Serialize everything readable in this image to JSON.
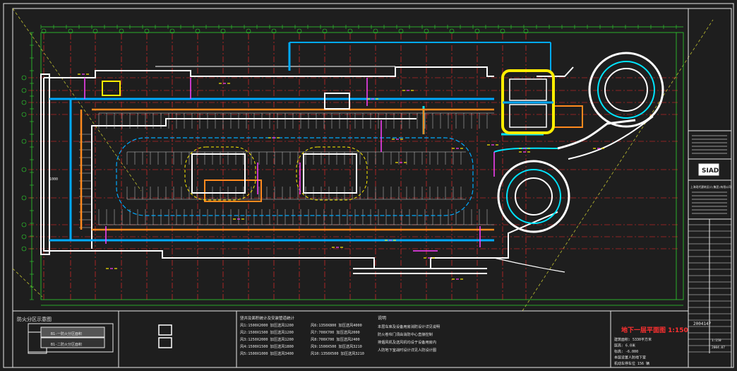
{
  "colors": {
    "background": "#1e1e1e",
    "frame": "#e8e8e8",
    "grid": "#ff2a2a",
    "dimension": "#2fd42f",
    "wall": "#ffffff",
    "duct_blue": "#00aaff",
    "duct_cyan": "#00e5ff",
    "pipe_orange": "#ff8a1e",
    "magenta": "#ff40ff",
    "highlight": "#ffee00"
  },
  "drawing": {
    "title": "地下一层平面图 1:150",
    "legend_heading": "防火分区示意图",
    "legend_row1": "B1-一防火分区面积",
    "legend_row2": "B1-二防火分区面积",
    "notes_heading": "说明",
    "shaft_heading": "竖井及面积统计及安装管道统计",
    "area_label": "1000",
    "shaft_rows": [
      "风1:1500X2000  加压送风1200",
      "风2:1500X1500  加压送风1200",
      "风3:1250X2000  加压送风1200",
      "风4:1500X1500  加压送风1800",
      "风5:1500X1000  加压送风3400"
    ],
    "shaft_rows_b": [
      "风6:1350X800  加压送风4000",
      "风7:700X700  加压送风2000",
      "风8:700X700  加压送风2400",
      "风9:1500X500  加压送风3210",
      "风10:1350X500 加压送风3210"
    ],
    "notes_rows": [
      "本层车库及设备用房消防设计详见说明",
      "防火卷帘门须由消防中心直接控制",
      "排烟风机及送风机均设于设备用房内",
      "人防地下室战时设计详见人防设计图"
    ],
    "stats_rows": [
      "建筑面积: 5330平方米",
      "层高: 6.0米",
      "标高: -6.000",
      "本层设置人防地下室",
      "机动车停车位 156 辆"
    ]
  },
  "title_block": {
    "logo": "SIAD",
    "company": "上海现代建筑设计(集团)有限公司",
    "drawing_no": "2004147",
    "date": "2004.07",
    "scale": "1:150"
  }
}
